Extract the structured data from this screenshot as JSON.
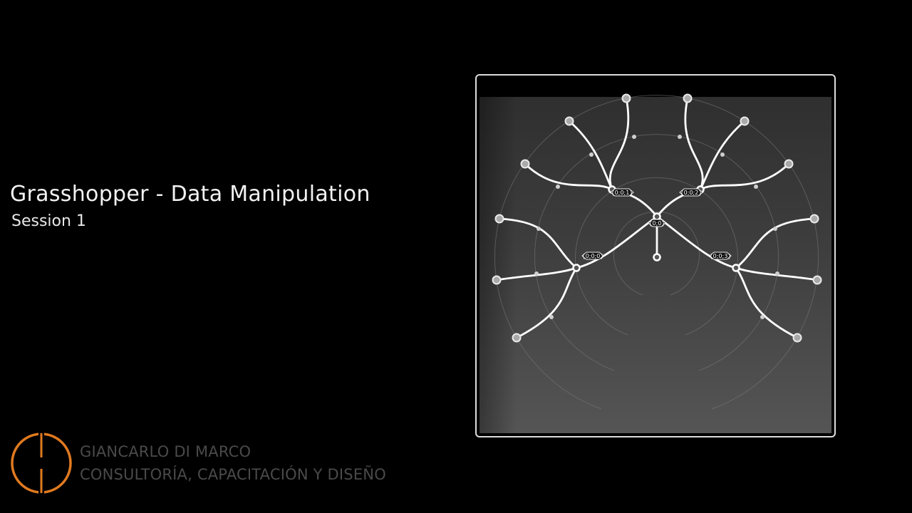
{
  "slide": {
    "title": "Grasshopper - Data Manipulation",
    "subtitle": "Session 1"
  },
  "brand": {
    "name": "GIANCARLO DI MARCO",
    "tagline": "CONSULTORÍA, CAPACITACIÓN Y DISEÑO",
    "accent_color": "#e07a1f",
    "text_color": "#4a4a4a"
  },
  "diagram": {
    "type": "data-tree",
    "root_path": "{0;0}",
    "branch_paths": [
      "{0;0;0}",
      "{0;0;1}",
      "{0;0;2}",
      "{0;0;3}"
    ],
    "leaves_per_branch": 3,
    "line_color": "#ffffff",
    "background_colors": [
      "#2f2f2f",
      "#555555"
    ]
  }
}
